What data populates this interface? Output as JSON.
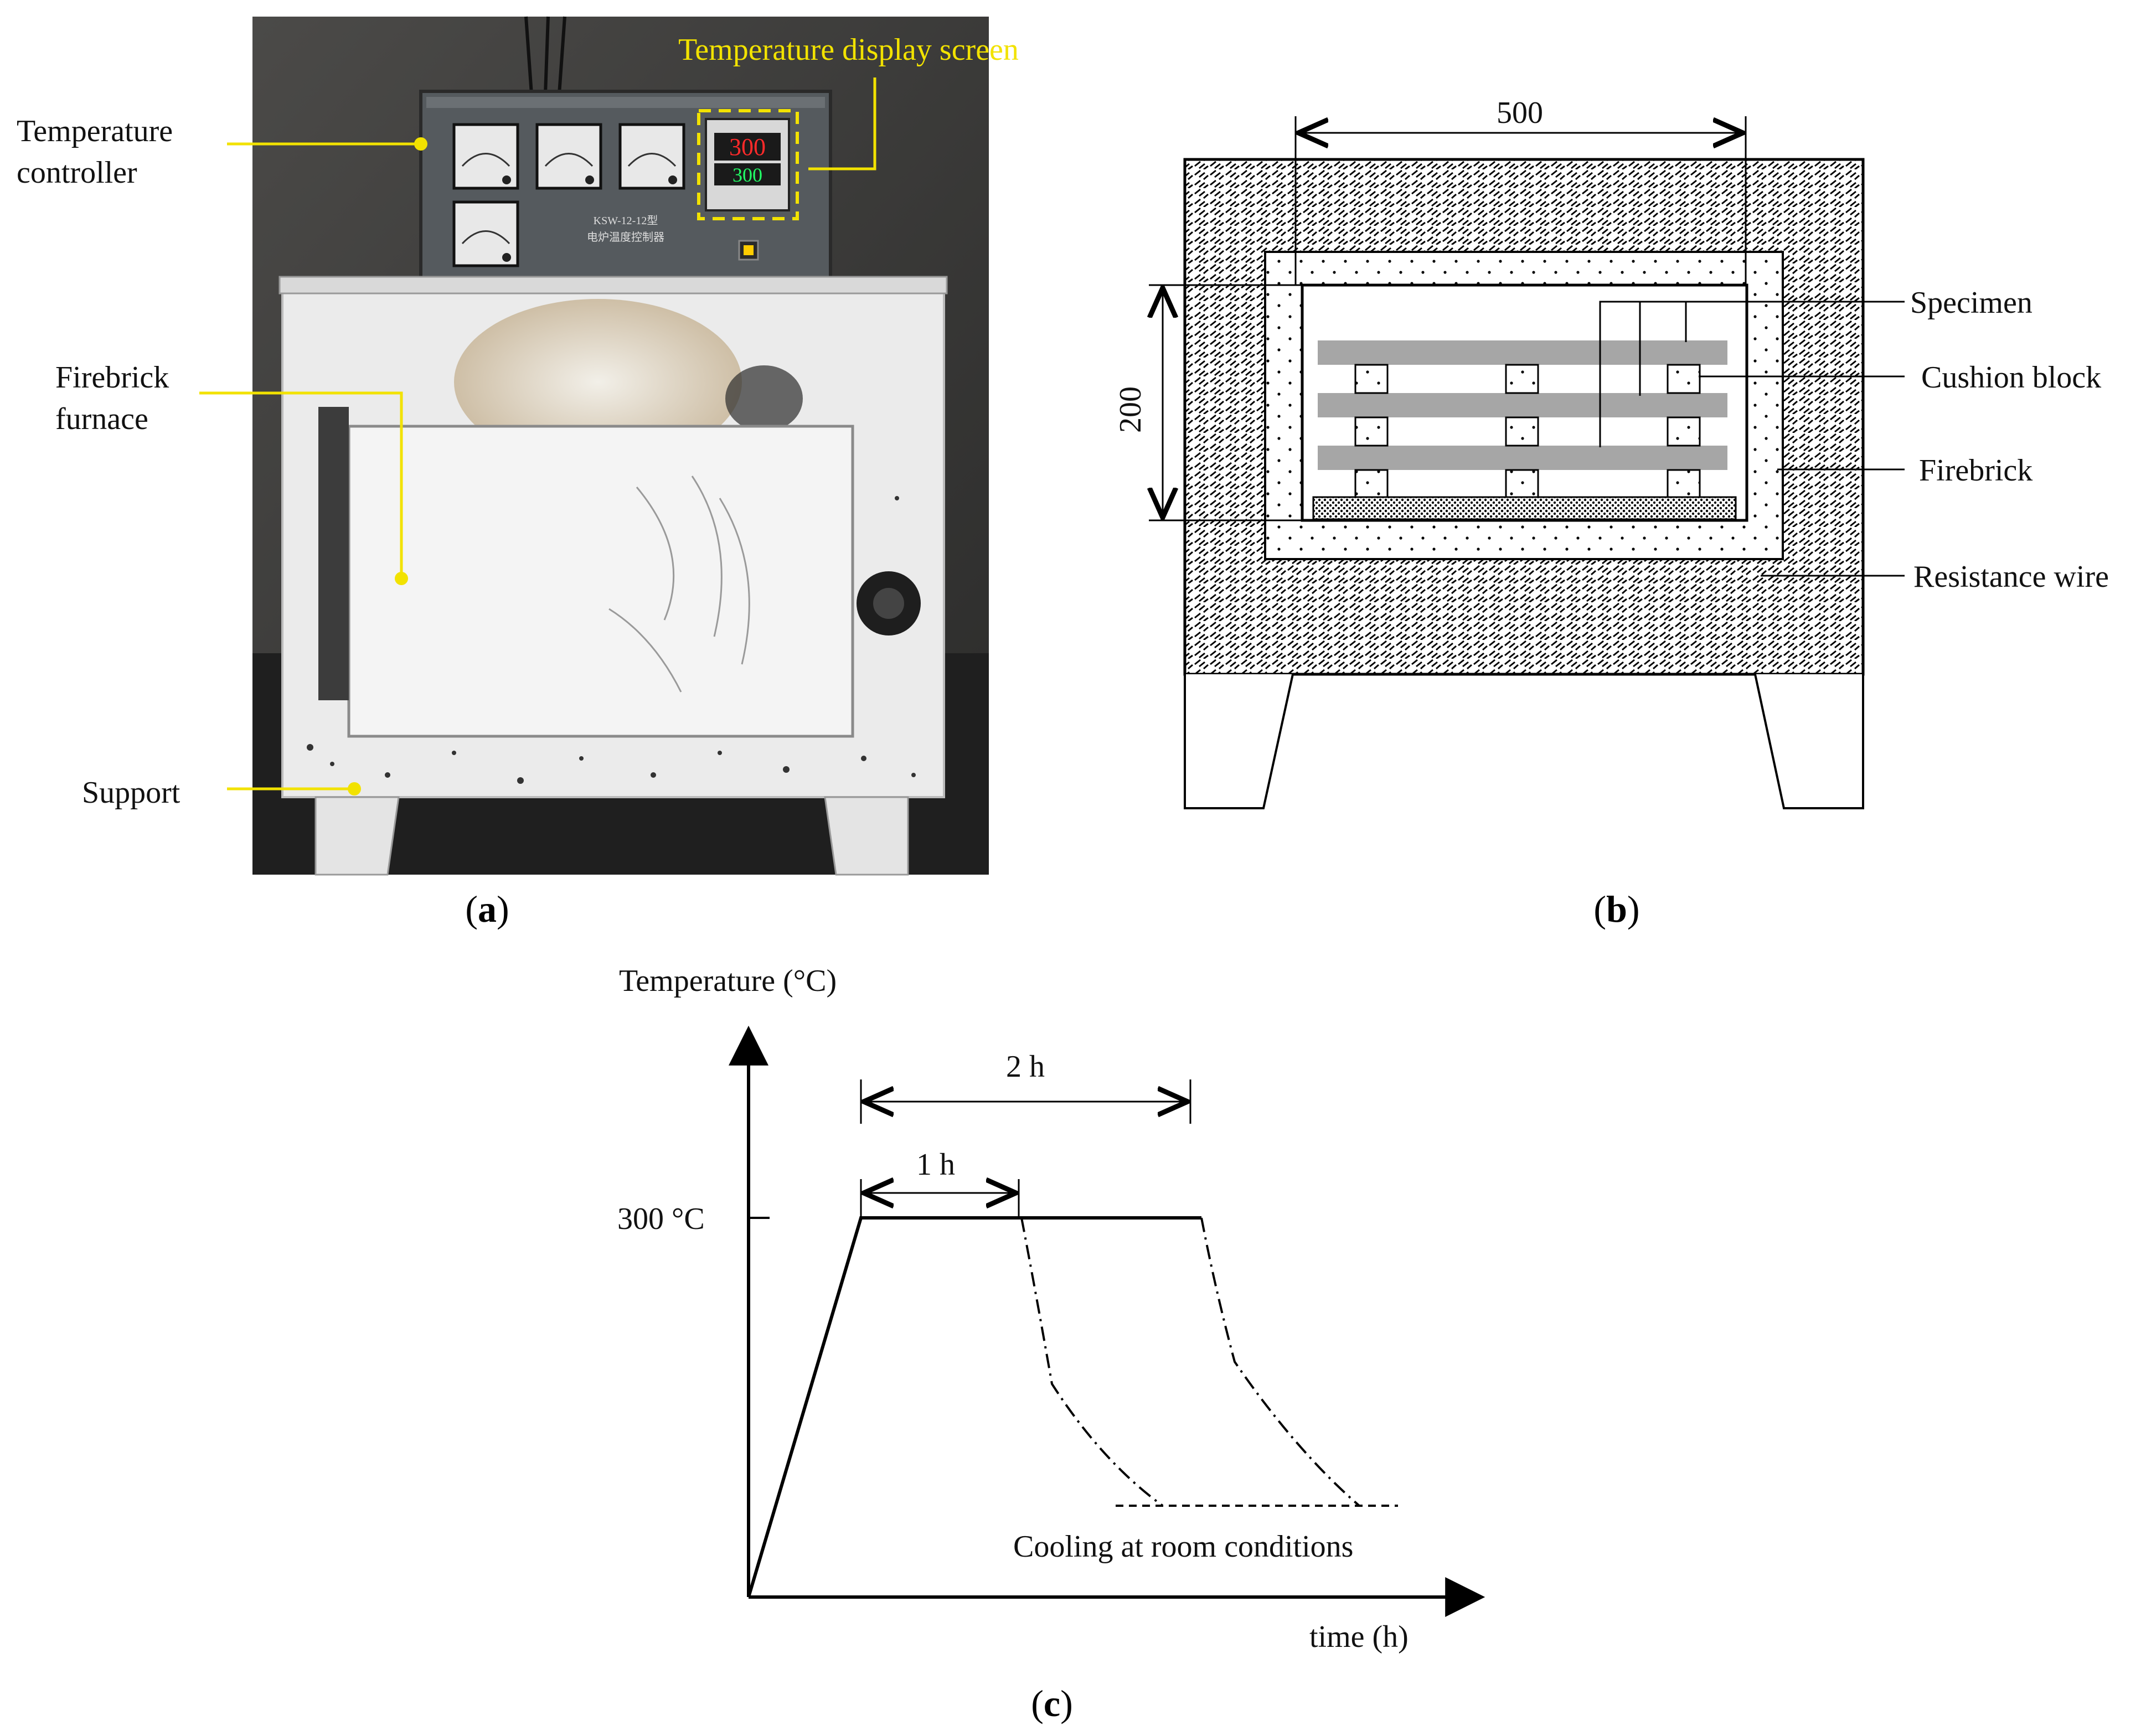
{
  "panel_a": {
    "labels": {
      "display_screen": "Temperature display screen",
      "controller_line1": "Temperature",
      "controller_line2": "controller",
      "furnace_line1": "Firebrick",
      "furnace_line2": "furnace",
      "support": "Support"
    },
    "controller_model_text": "KSW-12-12型",
    "controller_chinese_text": "电炉温度控制器",
    "display_readings": [
      "300",
      "300"
    ],
    "caption": {
      "open": "(",
      "letter": "a",
      "close": ")"
    },
    "colors": {
      "annotation": "#f2e200",
      "display_red": "#ff2a2a",
      "display_green": "#22ff66"
    }
  },
  "panel_b": {
    "dimension_width": "500",
    "dimension_height": "200",
    "labels": {
      "specimen": "Specimen",
      "cushion_block": "Cushion block",
      "firebrick": "Firebrick",
      "resistance_wire": "Resistance wire"
    },
    "caption": {
      "open": "(",
      "letter": "b",
      "close": ")"
    }
  },
  "panel_c": {
    "y_axis_label": "Temperature (°C)",
    "x_axis_label": "time (h)",
    "level_label": "300 °C",
    "span_short": "1 h",
    "span_long": "2 h",
    "cooling_label": "Cooling at room conditions",
    "caption": {
      "open": "(",
      "letter": "c",
      "close": ")"
    }
  }
}
